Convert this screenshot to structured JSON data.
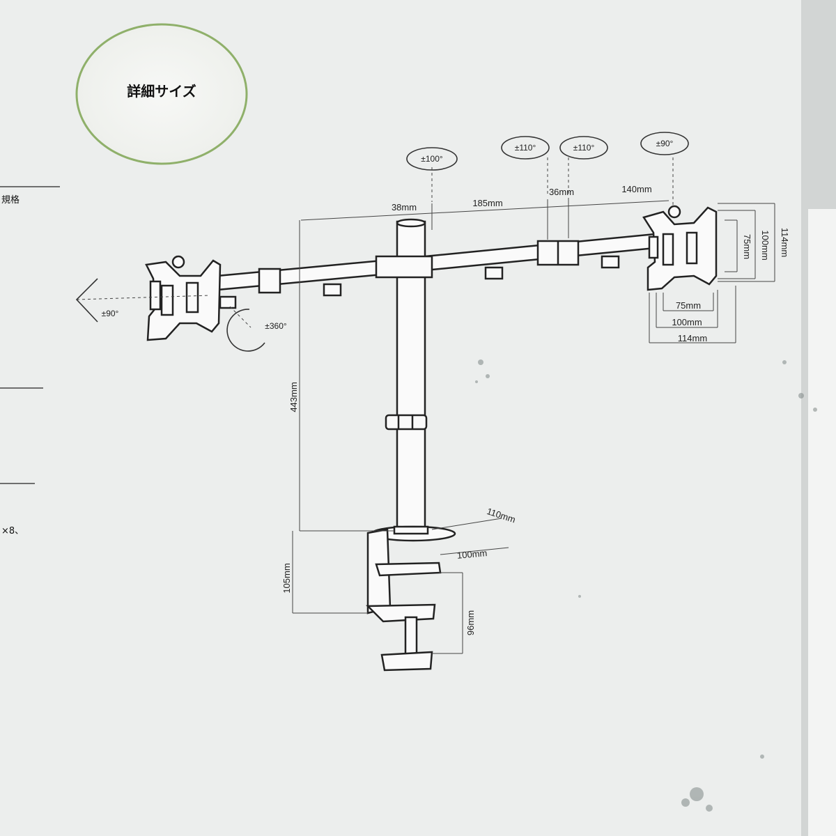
{
  "heading": "詳細サイズ",
  "side_text": {
    "label_top": "規格",
    "label_bottom": "×8、"
  },
  "rotation_angles": {
    "left_screen_tilt": "±90°",
    "left_arm_swivel": "±360°",
    "pole_joint": "±100°",
    "arm_joint_left": "±110°",
    "arm_joint_right": "±110°",
    "right_screen_rotate": "±90°"
  },
  "dimensions": {
    "pole_diameter": "38mm",
    "arm_segment": "185mm",
    "joint_width": "36mm",
    "arm_end": "140mm",
    "pole_height": "443mm",
    "clamp_height": "105mm",
    "clamp_depth_top": "110mm",
    "clamp_width": "100mm",
    "clamp_gap": "96mm",
    "vesa_h_75": "75mm",
    "vesa_h_100": "100mm",
    "vesa_h_114": "114mm",
    "vesa_w_75": "75mm",
    "vesa_w_100": "100mm",
    "vesa_w_114": "114mm"
  },
  "colors": {
    "paper": "#eef0ef",
    "outline": "#222222",
    "circle": "#8fb06a"
  }
}
